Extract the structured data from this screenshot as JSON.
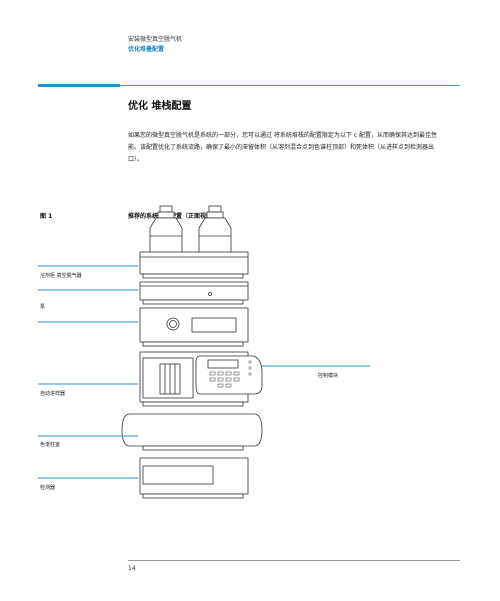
{
  "header": {
    "doc_title": "安装微型真空脱气机",
    "section": "优化堆叠配置"
  },
  "page_title": "优化 堆栈配置",
  "body_text": "如果您的微型真空脱气机是系统的一部分，您可以通过 将系统堆栈的配置限定为以下 c 配置，从而确保其达到最佳性能。该配置优化了系统流路，确保了最小的滞留体积（从溶剂混合点到色谱柱顶部）和死体积（从进样点到检测器出口）。",
  "figure": {
    "label": "图 1",
    "caption": "推荐的系统堆叠配置（正面视图）"
  },
  "callouts": {
    "solvent_degasser": "溶剂柜 真空脱气器",
    "pump": "泵",
    "autosampler": "自动进样器",
    "column_compartment": "色谱柱室",
    "detector": "检测器",
    "control_module": "控制模块"
  },
  "footer": {
    "page_number": "14"
  },
  "colors": {
    "accent": "#1e88c8",
    "callout_line": "#2a8fd0"
  }
}
